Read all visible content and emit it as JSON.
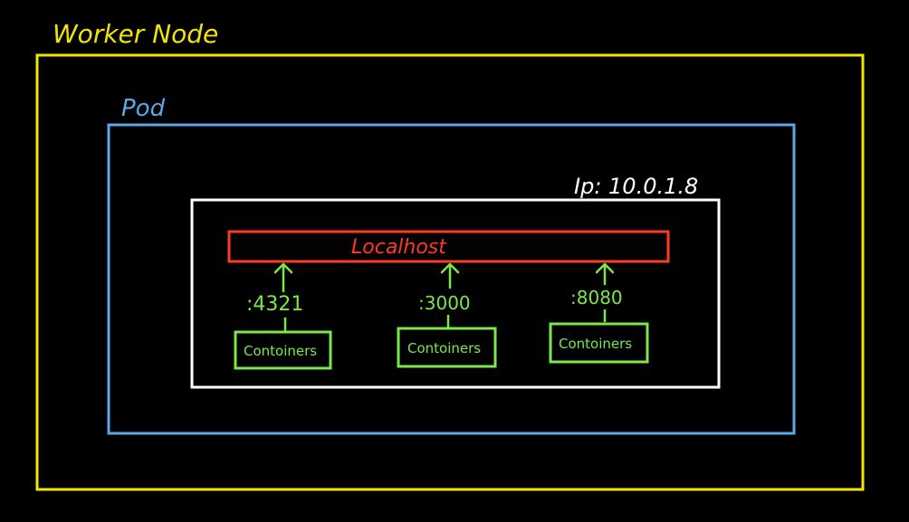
{
  "colors": {
    "background": "#000000",
    "worker_node": "#f2e600",
    "pod": "#5aa9e6",
    "ip_box": "#ffffff",
    "localhost": "#ff3b1f",
    "container": "#7be84a"
  },
  "worker_node": {
    "label": "Worker Node"
  },
  "pod": {
    "label": "Pod"
  },
  "ip": {
    "label": "Ip: 10.0.1.8"
  },
  "localhost": {
    "label": "Localhost"
  },
  "containers": [
    {
      "port": ":4321",
      "label": "Contoiners"
    },
    {
      "port": ":3000",
      "label": "Contoiners"
    },
    {
      "port": ":8080",
      "label": "Contoiners"
    }
  ]
}
